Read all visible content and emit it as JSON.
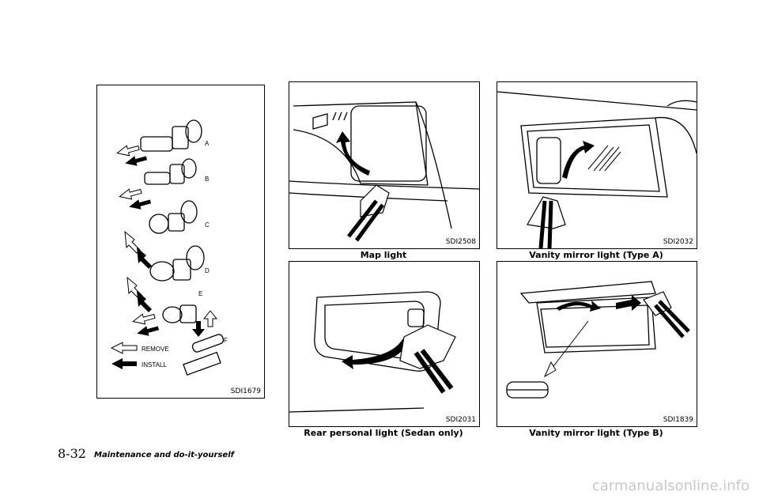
{
  "panels": {
    "bulbs": {
      "code": "SDI1679",
      "letters": [
        "A",
        "B",
        "C",
        "D",
        "E",
        "F"
      ],
      "legend_remove": "REMOVE",
      "legend_install": "INSTALL"
    },
    "map_light": {
      "code": "SDI2508",
      "caption": "Map light"
    },
    "vanity_a": {
      "code": "SDI2032",
      "caption": "Vanity mirror light (Type A)"
    },
    "rear_light": {
      "code": "SDI2031",
      "caption": "Rear personal light (Sedan only)"
    },
    "vanity_b": {
      "code": "SDI1839",
      "caption": "Vanity mirror light (Type B)"
    }
  },
  "footer": {
    "page_number": "8-32",
    "section": "Maintenance and do-it-yourself"
  },
  "watermark": "carmanualsonline.info"
}
